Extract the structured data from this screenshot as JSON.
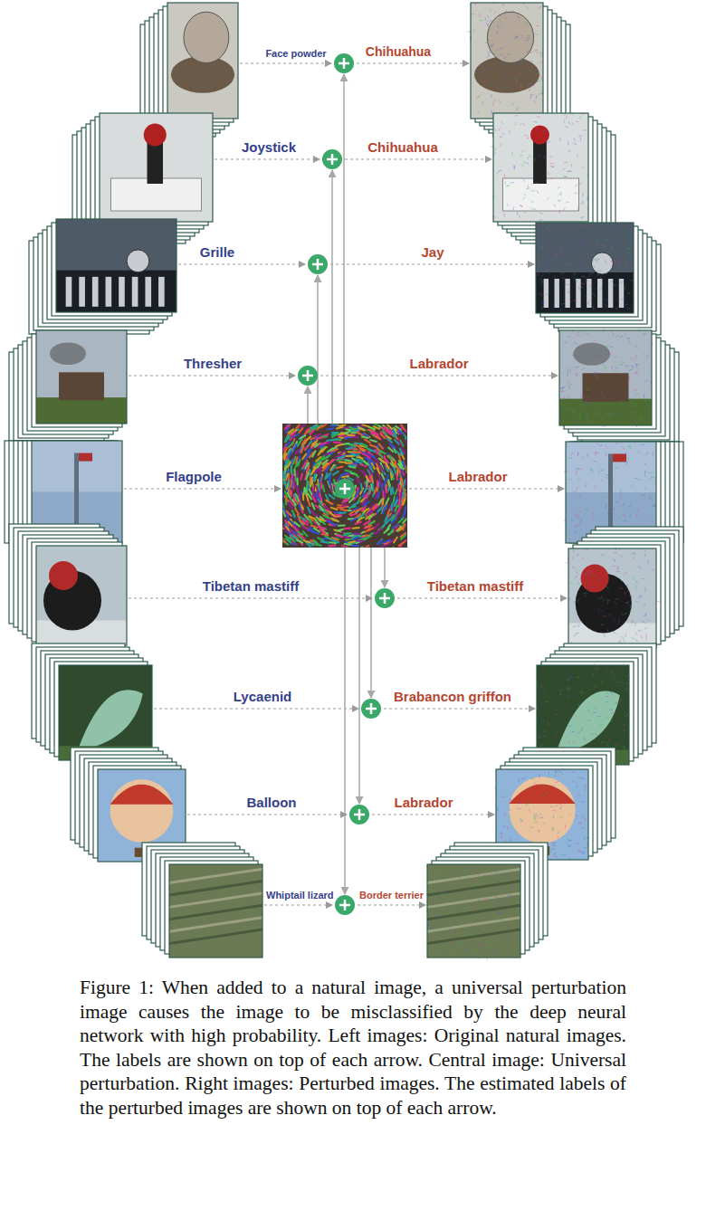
{
  "diagram": {
    "caption": "Figure 1: When added to a natural image, a universal perturbation image causes the image to be misclassified by the deep neural network with high probability. Left images: Original natural images. The labels are shown on top of each arrow. Central image: Universal perturbation. Right images: Perturbed images. The estimated labels of the perturbed images are shown on top of each arrow.",
    "labels": [
      "Face powder",
      "Chihuahua",
      "Joystick",
      "Chihuahua",
      "Grille",
      "Jay",
      "Thresher",
      "Labrador",
      "Flagpole",
      "Labrador",
      "Tibetan mastiff",
      "Tibetan mastiff",
      "Lycaenid",
      "Brabancon griffon",
      "Balloon",
      "Labrador",
      "Whiptail lizard",
      "Border terrier"
    ]
  }
}
